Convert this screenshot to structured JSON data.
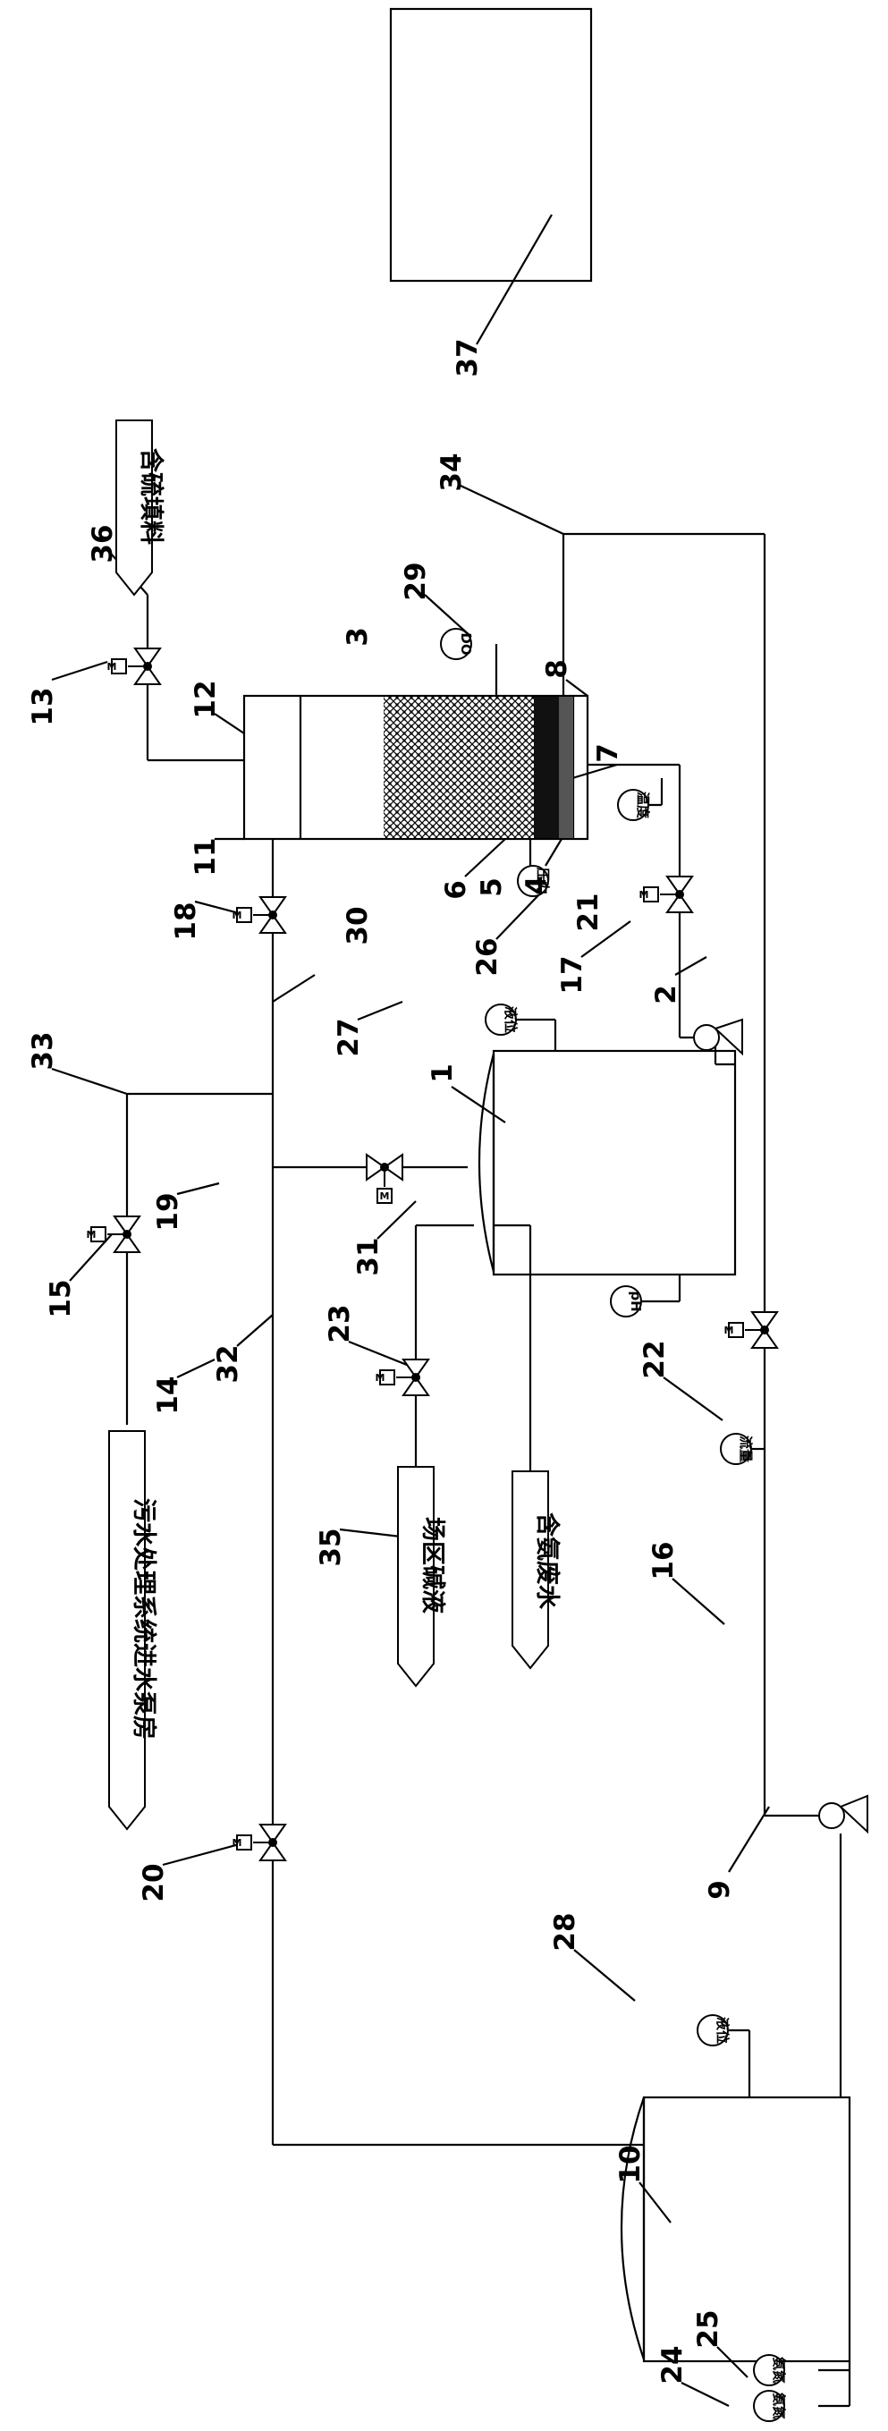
{
  "labels": {
    "n1": "1",
    "n2": "2",
    "n3": "3",
    "n4": "4",
    "n5": "5",
    "n6": "6",
    "n7": "7",
    "n8": "8",
    "n9": "9",
    "n10": "10",
    "n11": "11",
    "n12": "12",
    "n13": "13",
    "n14": "14",
    "n15": "15",
    "n16": "16",
    "n17": "17",
    "n18": "18",
    "n19": "19",
    "n20": "20",
    "n21": "21",
    "n22": "22",
    "n23": "23",
    "n24": "24",
    "n25": "25",
    "n26": "26",
    "n27": "27",
    "n28": "28",
    "n29": "29",
    "n30": "30",
    "n31": "31",
    "n32": "32",
    "n33": "33",
    "n34": "34",
    "n35": "35",
    "n36": "36",
    "n37": "37"
  },
  "flows": {
    "sulfur_filler": "含硫填料",
    "pump_room": "污水处理系统进水泵房",
    "field_alkali": "场区碱液",
    "ammonia_wastewater": "含氨废水"
  },
  "instruments": {
    "valve_m": "M",
    "do_meter": "DO",
    "pressure": "压力",
    "temperature": "温度",
    "level_1": "液位",
    "level_2": "液位",
    "ammonia_nitrogen_1": "氨氮",
    "ammonia_nitrogen_2": "氨氮",
    "ph_sensor": "pH",
    "flow_meter": "流量"
  }
}
